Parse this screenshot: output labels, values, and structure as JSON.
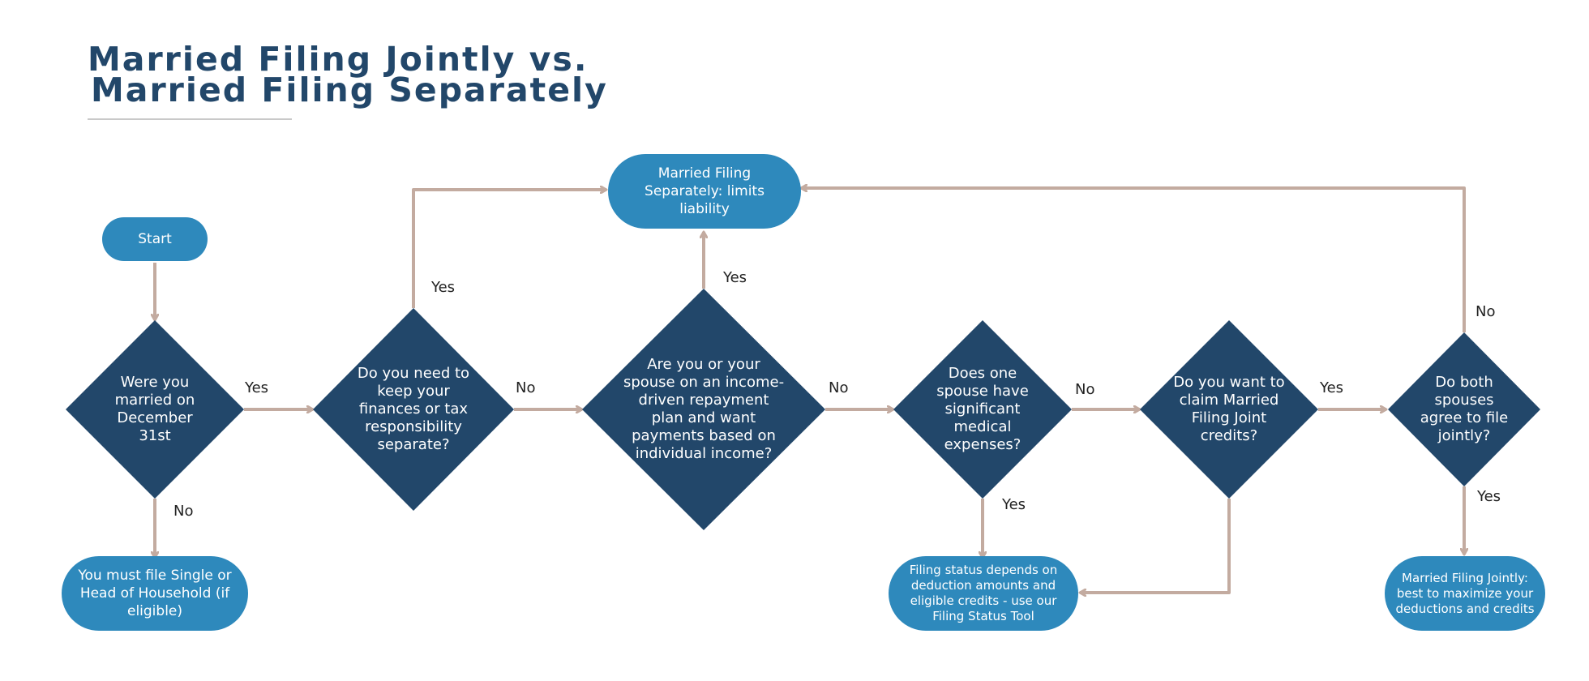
{
  "title": {
    "line1": "Married Filing Jointly vs.",
    "line2": "Married Filing Separately"
  },
  "colors": {
    "title": "#22476a",
    "diamond": "#22476a",
    "pill": "#2e89bc",
    "arrow": "#c3aba0",
    "label": "#222222"
  },
  "nodes": {
    "start": "Start",
    "married": "Were you married on December 31st",
    "single_outcome": "You must file Single or Head of Household (if eligible)",
    "keep_separate": "Do you need to keep your finances or tax responsibility separate?",
    "separate_outcome": "Married Filing Separately: limits liability",
    "income_driven": "Are you or your spouse on an income-driven repayment plan and want payments based on individual income?",
    "medical": "Does one spouse have significant medical expenses?",
    "depends_outcome": "Filing status depends on deduction amounts and eligible credits - use our Filing Status Tool",
    "claim_credits": "Do you want to claim Married Filing Joint credits?",
    "agree": "Do both spouses agree to file jointly?",
    "jointly_outcome": "Married Filing Jointly: best to maximize your deductions and credits"
  },
  "edge_labels": {
    "married_yes": "Yes",
    "married_no": "No",
    "keep_yes": "Yes",
    "keep_no": "No",
    "income_yes": "Yes",
    "income_no": "No",
    "medical_no": "No",
    "medical_yes": "Yes",
    "claim_yes": "Yes",
    "agree_no": "No",
    "agree_yes": "Yes"
  }
}
